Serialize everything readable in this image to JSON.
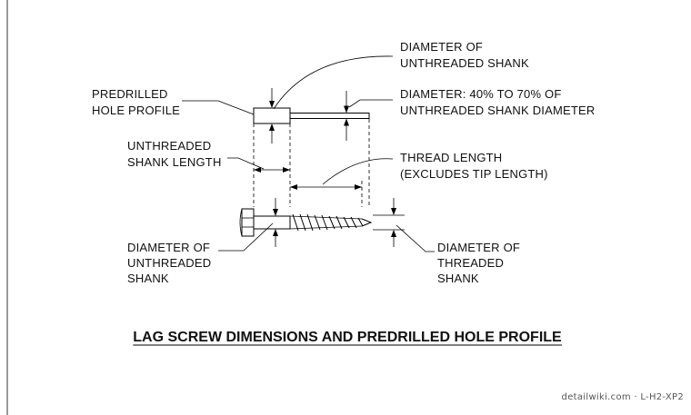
{
  "labels": {
    "unthreaded_diameter_top": [
      "DIAMETER OF",
      "UNTHREADED SHANK"
    ],
    "predrilled_hole": [
      "PREDRILLED",
      "HOLE PROFILE"
    ],
    "hole_diameter": [
      "DIAMETER: 40% TO 70% OF",
      "UNTHREADED SHANK DIAMETER"
    ],
    "unthreaded_length": [
      "UNTHREADED",
      "SHANK LENGTH"
    ],
    "thread_length": [
      "THREAD LENGTH",
      "(EXCLUDES TIP LENGTH)"
    ],
    "unthreaded_diameter_bottom": [
      "DIAMETER OF",
      "UNTHREADED",
      "SHANK"
    ],
    "threaded_diameter": [
      "DIAMETER OF",
      "THREADED",
      "SHANK"
    ]
  },
  "title": "LAG SCREW DIMENSIONS AND PREDRILLED HOLE PROFILE",
  "footer": "detailwiki.com · L-H2-XP2"
}
